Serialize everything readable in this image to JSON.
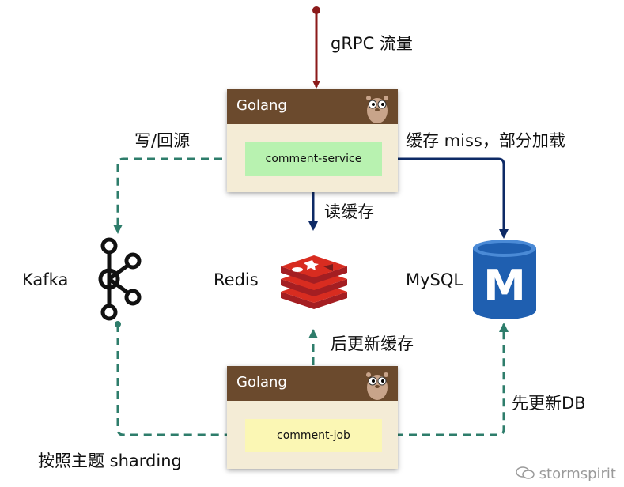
{
  "labels": {
    "grpc": "gRPC 流量",
    "write_back": "写/回源",
    "cache_miss": "缓存 miss，部分加载",
    "read_cache": "读缓存",
    "kafka": "Kafka",
    "redis": "Redis",
    "mysql": "MySQL",
    "update_cache_after": "后更新缓存",
    "update_db_first": "先更新DB",
    "partition": "按照主题 sharding"
  },
  "top_box": {
    "title": "Golang",
    "service": "comment-service"
  },
  "bottom_box": {
    "title": "Golang",
    "service": "comment-job"
  },
  "mysql_glyph": "M",
  "watermark": "stormspirit",
  "colors": {
    "golang_header": "#6b4a2d",
    "box_body": "#f4ecd6",
    "service_green": "#b8f2b0",
    "service_yellow": "#fbf7b4",
    "grpc_arrow": "#8b1a1a",
    "solid_arrow": "#0e2a66",
    "dashed_arrow": "#2e7d6b",
    "redis_red": "#c9302c",
    "mysql_blue": "#1f5fb0"
  },
  "icons": [
    "gopher-icon",
    "kafka-icon",
    "redis-icon",
    "mysql-icon",
    "wechat-icon"
  ]
}
